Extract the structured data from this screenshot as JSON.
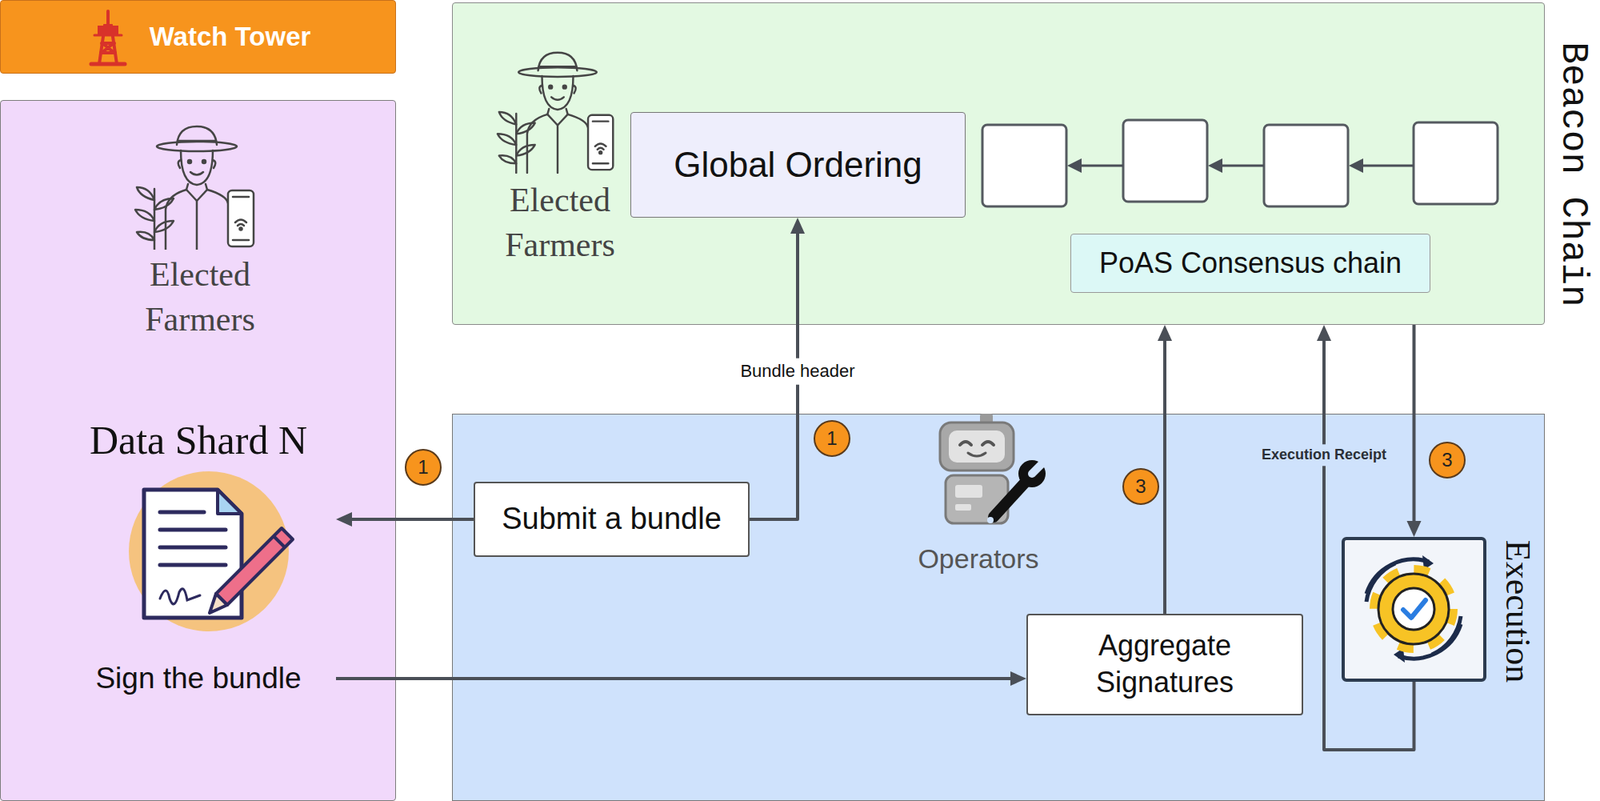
{
  "diagram": {
    "nodes": [
      {
        "text": [
          "Watch Tower"
        ]
      },
      {
        "text": [
          "Elected Farmers"
        ]
      },
      {
        "text": [
          "Data Shard N",
          "Sign the bundle"
        ],
        "in": 1
      },
      {
        "text": [
          "Elected Farmers",
          "Beacon Chain"
        ]
      },
      {
        "text": [
          "Global Ordering"
        ],
        "in": 3
      },
      {
        "text": [
          "PoAS Consensus chain"
        ],
        "in": 3
      },
      {
        "text": [
          "Operators"
        ]
      },
      {
        "text": [
          "Submit a bundle"
        ],
        "in": 6
      },
      {
        "text": [
          "Aggregate Signatures"
        ],
        "in": 6
      },
      {
        "text": [
          "Execution"
        ],
        "in": 6
      }
    ],
    "edges": [
      {
        "from": 7,
        "to": 2,
        "arrow": "to"
      },
      {
        "from": 7,
        "to": 4,
        "label": "Bundle header",
        "arrow": "to"
      },
      {
        "from": 2,
        "to": 8,
        "arrow": "to"
      },
      {
        "from": 8,
        "to": 3,
        "arrow": "to"
      },
      {
        "from": 9,
        "to": 3,
        "label": "Execution Receipt",
        "arrow": "to"
      },
      {
        "from": 3,
        "to": 9,
        "arrow": "to"
      }
    ],
    "labels": [
      "1",
      "1",
      "3",
      "3"
    ]
  }
}
